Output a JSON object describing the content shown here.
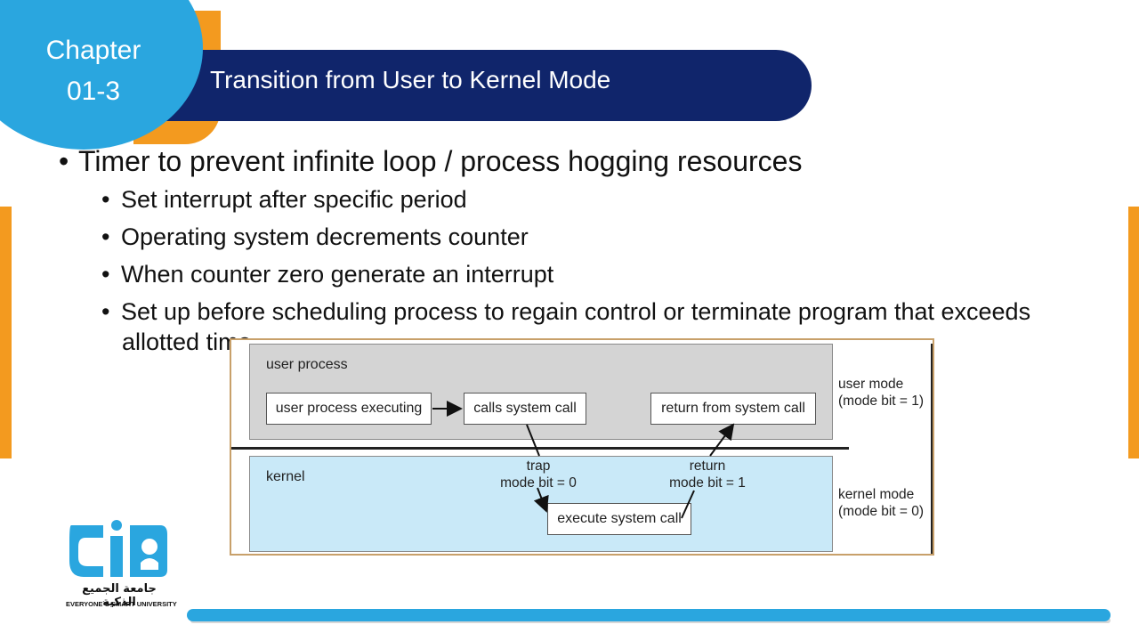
{
  "header": {
    "chapter_line1": "Chapter",
    "chapter_line2": "01-3",
    "title": "Transition from User to Kernel Mode"
  },
  "bullets": {
    "main": "Timer to prevent infinite loop / process hogging resources",
    "sub": [
      "Set interrupt after specific period",
      "Operating system decrements counter",
      "When counter zero generate an interrupt",
      "Set up before scheduling process to regain control or terminate program that exceeds",
      "allotted time"
    ]
  },
  "diagram": {
    "user_region_label": "user process",
    "kernel_region_label": "kernel",
    "user_mode_line1": "user mode",
    "user_mode_line2": "(mode bit = 1)",
    "kernel_mode_line1": "kernel mode",
    "kernel_mode_line2": "(mode bit = 0)",
    "box_executing": "user process executing",
    "box_calls": "calls system call",
    "box_return": "return from system call",
    "box_execute": "execute system call",
    "trap_line1": "trap",
    "trap_line2": "mode bit = 0",
    "return_line1": "return",
    "return_line2": "mode bit = 1"
  },
  "logo": {
    "arabic_name": "جامعة الجميع الذكية",
    "english_name": "EVERYONE`S SMART UNIVERSITY"
  },
  "colors": {
    "navy": "#10256b",
    "sky_blue": "#2aa6df",
    "orange": "#f39a1f",
    "kernel_fill": "#c9e9f8",
    "user_fill": "#d4d4d4"
  }
}
